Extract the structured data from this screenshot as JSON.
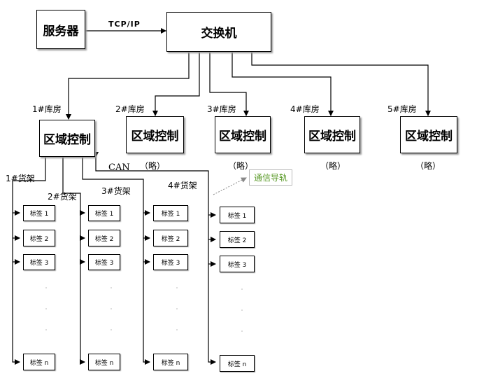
{
  "server": "服务器",
  "switch": "交换机",
  "tcp_label": "TCP/IP",
  "can_label": "CAN",
  "rail_note": "通信导轨",
  "area_control": "区域控制",
  "omitted": "（略）",
  "warehouses": [
    {
      "label": "1#库房"
    },
    {
      "label": "2#库房"
    },
    {
      "label": "3#库房"
    },
    {
      "label": "4#库房"
    },
    {
      "label": "5#库房"
    }
  ],
  "shelves": [
    {
      "label": "1#货架"
    },
    {
      "label": "2#货架"
    },
    {
      "label": "3#货架"
    },
    {
      "label": "4#货架"
    }
  ],
  "tag_labels": [
    "标签 1",
    "标签 2",
    "标签 3",
    "标签 n"
  ]
}
